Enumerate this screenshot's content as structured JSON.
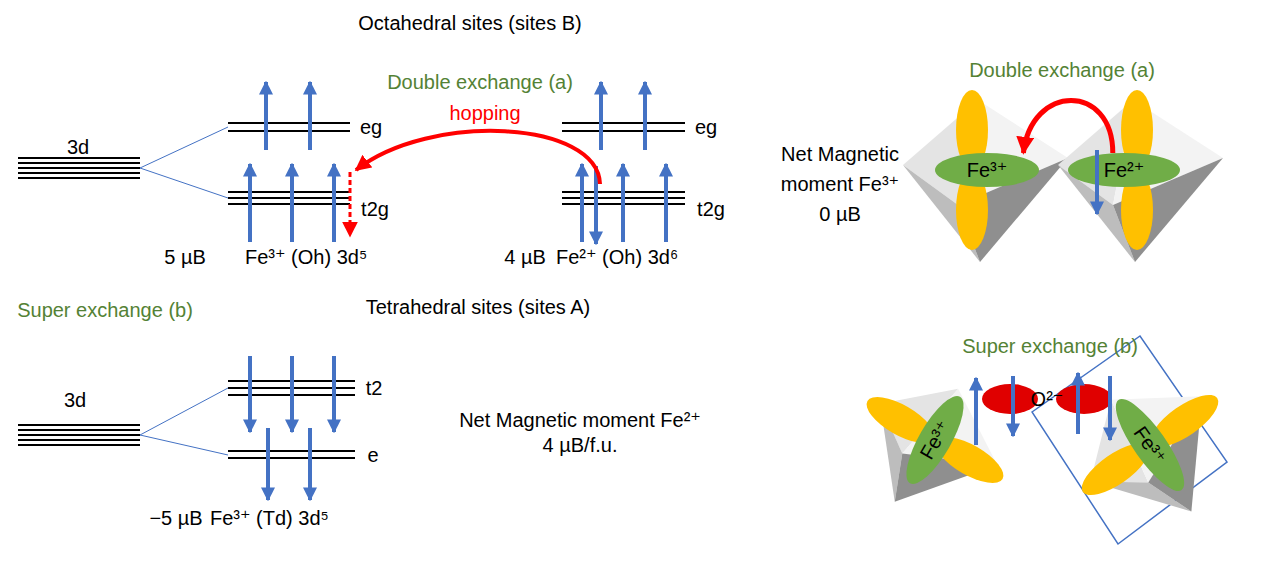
{
  "diagram": {
    "nodes": [
      {
        "text": [
          "Fe³⁺"
        ]
      },
      {
        "text": [
          "Fe²⁺"
        ]
      },
      {
        "text": [
          "Fe³⁺"
        ]
      },
      {
        "text": [
          "O²⁻"
        ]
      },
      {
        "text": [
          "Fe³⁺"
        ]
      }
    ],
    "edges": [
      {
        "from": 1,
        "to": 0,
        "arrow": "to"
      }
    ],
    "labels": [
      "Octahedral sites (sites B)",
      "Double exchange (a)",
      "hopping",
      "3d",
      "eg",
      "eg",
      "t2g",
      "t2g",
      "5 µB",
      "Fe³⁺ (Oh) 3d⁵",
      "4 µB",
      "Fe²⁺ (Oh) 3d⁶",
      "Tetrahedral sites (sites A)",
      "Super exchange (b)",
      "3d",
      "t2",
      "e",
      "−5 µB",
      "Fe³⁺ (Td) 3d⁵",
      "Net Magnetic moment Fe²⁺ 4 µB/f.u.",
      "Double exchange (a)",
      "Net Magnetic moment Fe³⁺ 0 µB",
      "Super exchange (b)"
    ]
  }
}
